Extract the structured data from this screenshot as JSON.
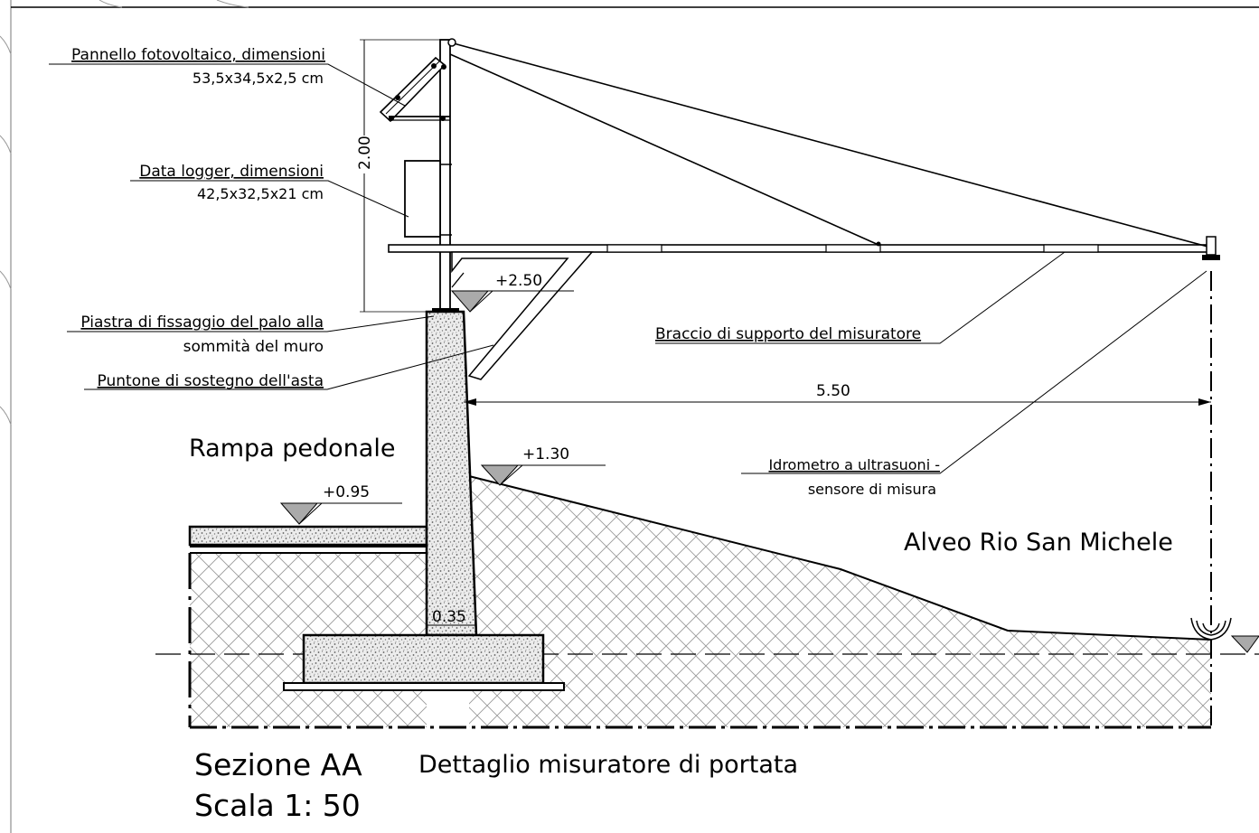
{
  "labels": {
    "panel_line1": "Pannello fotovoltaico, dimensioni",
    "panel_line2": "53,5x34,5x2,5 cm",
    "logger_line1": "Data logger, dimensioni",
    "logger_line2": "42,5x32,5x21 cm",
    "plate_line1": "Piastra di fissaggio del palo alla",
    "plate_line2": "sommità del muro",
    "strut": "Puntone di sostegno dell'asta",
    "arm": "Braccio di supporto del misuratore",
    "sensor_line1": "Idrometro a ultrasuoni -",
    "sensor_line2": "sensore di misura",
    "ramp": "Rampa pedonale",
    "riverbed": "Alveo Rio San Michele"
  },
  "dimensions": {
    "pole_height": "2.00",
    "arm_length": "5.50",
    "wall_thickness": "0.35"
  },
  "levels": {
    "top": "+2.50",
    "bank": "+1.30",
    "ramp": "+0.95"
  },
  "titles": {
    "section": "Sezione AA",
    "scale": "Scala 1: 50",
    "detail": "Dettaglio misuratore di portata"
  }
}
